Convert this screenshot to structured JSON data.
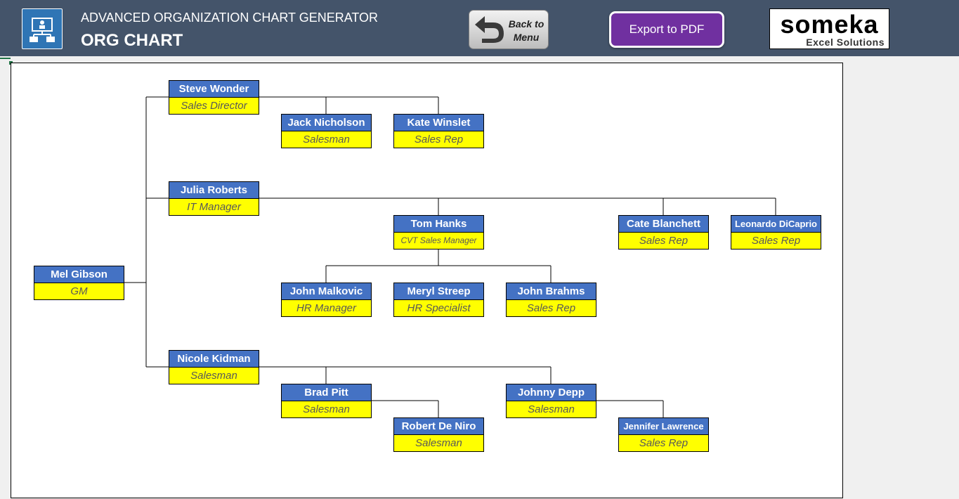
{
  "header": {
    "subtitle": "ADVANCED ORGANIZATION CHART GENERATOR",
    "title": "ORG CHART",
    "back_button": "Back to Menu",
    "export_button": "Export to PDF",
    "logo": {
      "main": "someka",
      "sub": "Excel Solutions"
    },
    "accent": "#44546a",
    "export_color": "#7030a0"
  },
  "org": {
    "colors": {
      "name_bg": "#4472c4",
      "role_bg": "#ffff00"
    },
    "nodes": [
      {
        "id": "mel",
        "name": "Mel Gibson",
        "role": "GM"
      },
      {
        "id": "steve",
        "name": "Steve Wonder",
        "role": "Sales Director"
      },
      {
        "id": "jack",
        "name": "Jack Nicholson",
        "role": "Salesman"
      },
      {
        "id": "kate",
        "name": "Kate Winslet",
        "role": "Sales Rep"
      },
      {
        "id": "julia",
        "name": "Julia Roberts",
        "role": "IT Manager"
      },
      {
        "id": "tom",
        "name": "Tom Hanks",
        "role": "CVT Sales Manager"
      },
      {
        "id": "cate",
        "name": "Cate Blanchett",
        "role": "Sales Rep"
      },
      {
        "id": "leo",
        "name": "Leonardo DiCaprio",
        "role": "Sales Rep"
      },
      {
        "id": "malkovic",
        "name": "John Malkovic",
        "role": "HR Manager"
      },
      {
        "id": "meryl",
        "name": "Meryl Streep",
        "role": "HR Specialist"
      },
      {
        "id": "brahms",
        "name": "John Brahms",
        "role": "Sales Rep"
      },
      {
        "id": "nicole",
        "name": "Nicole Kidman",
        "role": "Salesman"
      },
      {
        "id": "brad",
        "name": "Brad Pitt",
        "role": "Salesman"
      },
      {
        "id": "johnny",
        "name": "Johnny Depp",
        "role": "Salesman"
      },
      {
        "id": "deniro",
        "name": "Robert De Niro",
        "role": "Salesman"
      },
      {
        "id": "jennifer",
        "name": "Jennifer Lawrence",
        "role": "Sales Rep"
      }
    ]
  }
}
